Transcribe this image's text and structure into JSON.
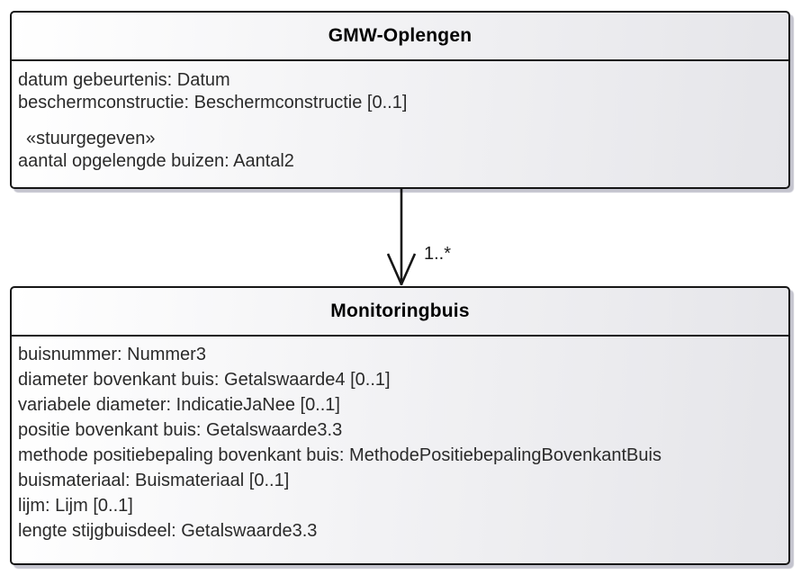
{
  "diagram_type": "uml-class-diagram",
  "colors": {
    "background": "#ffffff",
    "node_border": "#161616",
    "node_fill_light": "#ffffff",
    "node_fill_dark": "#e5e5e9",
    "node_shadow": "#9393a5",
    "attribute_text": "#2a2a2a",
    "title_text": "#000000",
    "connector": "#161616"
  },
  "classes": [
    {
      "name": "GMW-Oplengen",
      "attributes": [
        "datum gebeurtenis: Datum",
        "beschermconstructie: Beschermconstructie [0..1]"
      ],
      "stereotype": "«stuurgegeven»",
      "stereotype_attributes": [
        "aantal opgelengde buizen: Aantal2"
      ]
    },
    {
      "name": "Monitoringbuis",
      "attributes": [
        "buisnummer: Nummer3",
        "diameter bovenkant buis: Getalswaarde4 [0..1]",
        "variabele diameter: IndicatieJaNee [0..1]",
        "positie bovenkant buis: Getalswaarde3.3",
        "methode positiebepaling bovenkant buis: MethodePositiebepalingBovenkantBuis",
        "buismateriaal: Buismateriaal [0..1]",
        "lijm: Lijm [0..1]",
        "lengte stijgbuisdeel: Getalswaarde3.3"
      ]
    }
  ],
  "association": {
    "from": "GMW-Oplengen",
    "to": "Monitoringbuis",
    "multiplicity": "1..*"
  }
}
